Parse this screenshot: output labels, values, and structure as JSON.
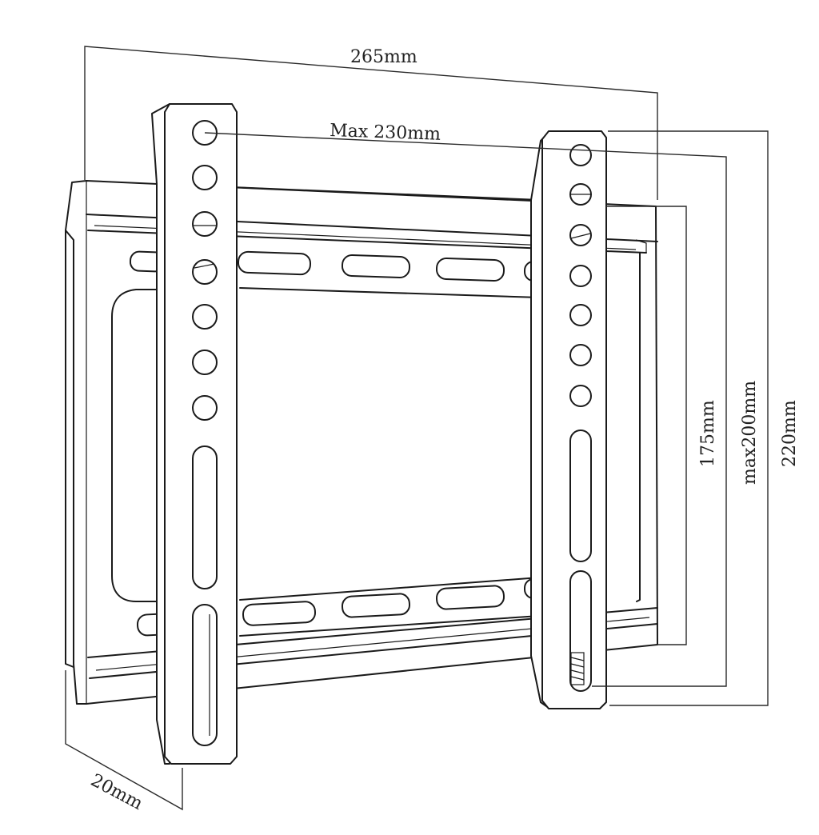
{
  "diagram": {
    "colors": {
      "line": "#1a1a1a",
      "background": "#ffffff"
    },
    "dimensions": {
      "overall_width": "265mm",
      "max_vesa_width": "Max 230mm",
      "depth": "20mm",
      "hole_span_vertical": "175mm",
      "max_vesa_height": "max200mm",
      "overall_height": "220mm"
    }
  }
}
